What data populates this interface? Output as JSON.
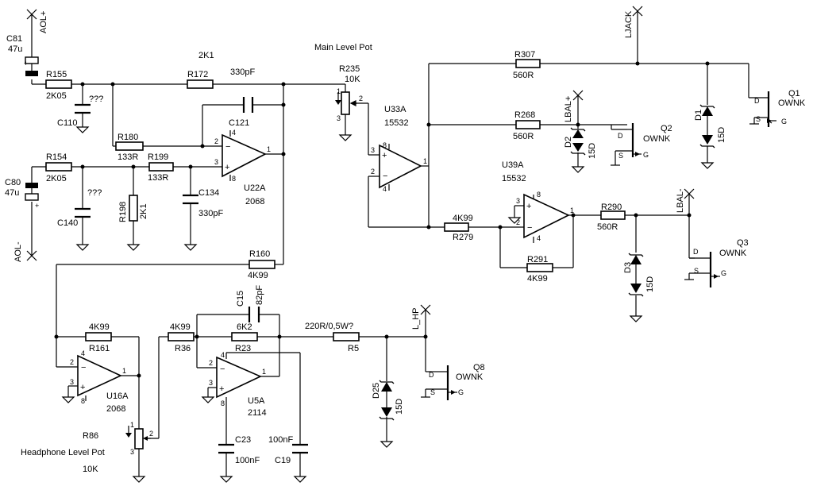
{
  "labels": {
    "aol_plus": "AOL+",
    "aol_minus": "AOL-",
    "ljack": "LJACK",
    "lbal_plus": "LBAL+",
    "lbal_minus": "LBAL-",
    "l_hp": "L_HP",
    "main_level_pot": "Main Level Pot",
    "headphone_level_pot": "Headphone Level Pot",
    "r172_value": "2K1",
    "c_value_top": "330pF",
    "r5_value": "220R/0,5W?"
  },
  "components": {
    "c81": {
      "ref": "C81",
      "value": "47u"
    },
    "c80": {
      "ref": "C80",
      "value": "47u"
    },
    "r155": {
      "ref": "R155",
      "value": "2K05"
    },
    "r154": {
      "ref": "R154",
      "value": "2K05"
    },
    "c110": {
      "ref": "C110",
      "value": "???"
    },
    "c140": {
      "ref": "C140",
      "value": "???"
    },
    "r172": {
      "ref": "R172"
    },
    "c121": {
      "ref": "C121"
    },
    "r180": {
      "ref": "R180",
      "value": "133R"
    },
    "r199": {
      "ref": "R199",
      "value": "133R"
    },
    "r198": {
      "ref": "R198",
      "value": "2K1"
    },
    "c134": {
      "ref": "C134",
      "value": "330pF"
    },
    "u22a": {
      "ref": "U22A",
      "value": "2068"
    },
    "r160": {
      "ref": "R160",
      "value": "4K99"
    },
    "r235": {
      "ref": "R235",
      "value": "10K"
    },
    "u33a": {
      "ref": "U33A",
      "value": "15532"
    },
    "r307": {
      "ref": "R307",
      "value": "560R"
    },
    "r268": {
      "ref": "R268",
      "value": "560R"
    },
    "u39a": {
      "ref": "U39A",
      "value": "15532"
    },
    "r279": {
      "ref": "R279",
      "value": "4K99"
    },
    "r291": {
      "ref": "R291",
      "value": "4K99"
    },
    "r290": {
      "ref": "R290",
      "value": "560R"
    },
    "q1": {
      "ref": "Q1",
      "value": "OWNK"
    },
    "q2": {
      "ref": "Q2",
      "value": "OWNK"
    },
    "q3": {
      "ref": "Q3",
      "value": "OWNK"
    },
    "q8": {
      "ref": "Q8",
      "value": "OWNK"
    },
    "d1": {
      "ref": "D1",
      "value": "15D"
    },
    "d2": {
      "ref": "D2",
      "value": "15D"
    },
    "d3": {
      "ref": "D3",
      "value": "15D"
    },
    "d25": {
      "ref": "D25",
      "value": "15D"
    },
    "r161": {
      "ref": "R161",
      "value": "4K99"
    },
    "u16a": {
      "ref": "U16A",
      "value": "2068"
    },
    "r86": {
      "ref": "R86",
      "value": "10K"
    },
    "r36": {
      "ref": "R36",
      "value": "4K99"
    },
    "r23": {
      "ref": "R23",
      "value": "6K2"
    },
    "c15": {
      "ref": "C15",
      "value": "82pF"
    },
    "u5a": {
      "ref": "U5A",
      "value": "2114"
    },
    "r5": {
      "ref": "R5"
    },
    "c23": {
      "ref": "C23",
      "value": "100nF"
    },
    "c19": {
      "ref": "C19",
      "value": "100nF"
    }
  },
  "fet_pins": {
    "d": "D",
    "s": "S",
    "g": "G"
  }
}
